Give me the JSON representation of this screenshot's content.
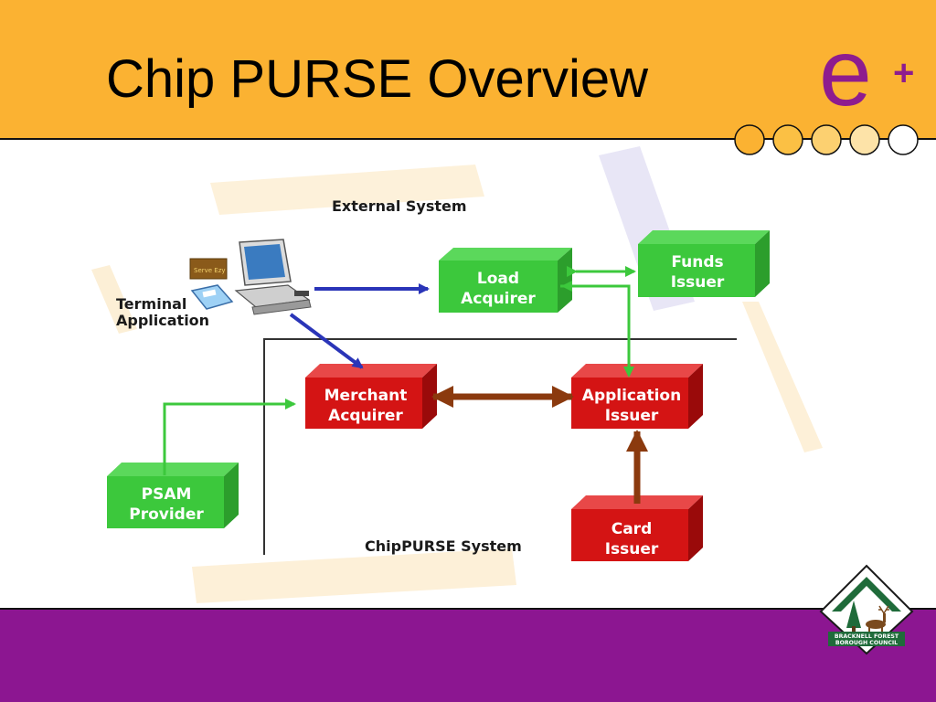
{
  "slide": {
    "title": "Chip PURSE Overview",
    "logo_letter": "e",
    "logo_superscript": "+"
  },
  "colors": {
    "header": "#FBB232",
    "footer": "#8C1691",
    "accent_purple": "#8E1C8E",
    "green_box": "#3CC83C",
    "red_box": "#D41414",
    "blue_arrow": "#2A35B8",
    "green_arrow": "#3CC83C",
    "brown_arrow": "#8B3A0E"
  },
  "diagram": {
    "external_label": "External System",
    "chippurse_label": "ChipPURSE System",
    "terminal_label": [
      "Terminal",
      "Application"
    ],
    "card_image_text": "Serve Ezy",
    "boxes": {
      "load_acquirer": [
        "Load",
        "Acquirer"
      ],
      "funds_issuer": [
        "Funds",
        "Issuer"
      ],
      "merchant_acquirer": [
        "Merchant",
        "Acquirer"
      ],
      "application_issuer": [
        "Application",
        "Issuer"
      ],
      "psam_provider": [
        "PSAM",
        "Provider"
      ],
      "card_issuer": [
        "Card",
        "Issuer"
      ]
    }
  },
  "council_logo": {
    "line1": "BRACKNELL FOREST",
    "line2": "BOROUGH COUNCIL"
  }
}
